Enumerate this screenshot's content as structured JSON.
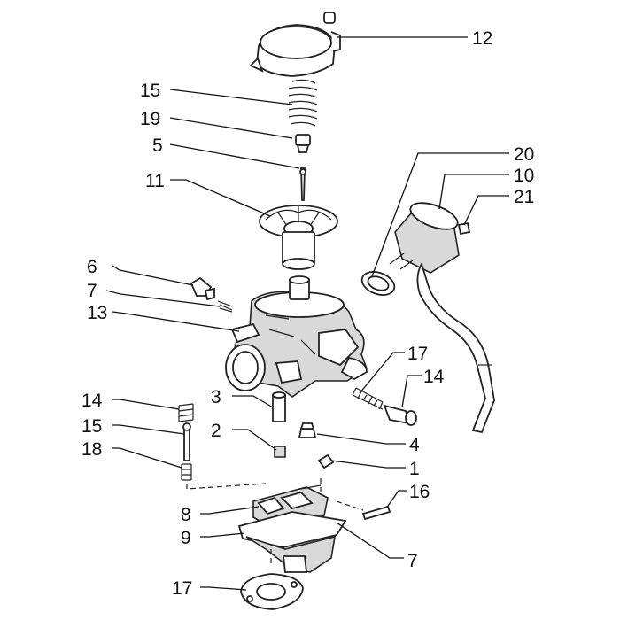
{
  "callouts": [
    {
      "id": "c12",
      "text": "12"
    },
    {
      "id": "c15a",
      "text": "15"
    },
    {
      "id": "c19",
      "text": "19"
    },
    {
      "id": "c5",
      "text": "5"
    },
    {
      "id": "c11",
      "text": "11"
    },
    {
      "id": "c20",
      "text": "20"
    },
    {
      "id": "c10",
      "text": "10"
    },
    {
      "id": "c21",
      "text": "21"
    },
    {
      "id": "c6",
      "text": "6"
    },
    {
      "id": "c7a",
      "text": "7"
    },
    {
      "id": "c13",
      "text": "13"
    },
    {
      "id": "c17a",
      "text": "17"
    },
    {
      "id": "c14a",
      "text": "14"
    },
    {
      "id": "c3",
      "text": "3"
    },
    {
      "id": "c14b",
      "text": "14"
    },
    {
      "id": "c2",
      "text": "2"
    },
    {
      "id": "c15b",
      "text": "15"
    },
    {
      "id": "c4",
      "text": "4"
    },
    {
      "id": "c18",
      "text": "18"
    },
    {
      "id": "c1",
      "text": "1"
    },
    {
      "id": "c16",
      "text": "16"
    },
    {
      "id": "c8",
      "text": "8"
    },
    {
      "id": "c9",
      "text": "9"
    },
    {
      "id": "c7b",
      "text": "7"
    },
    {
      "id": "c17b",
      "text": "17"
    }
  ]
}
